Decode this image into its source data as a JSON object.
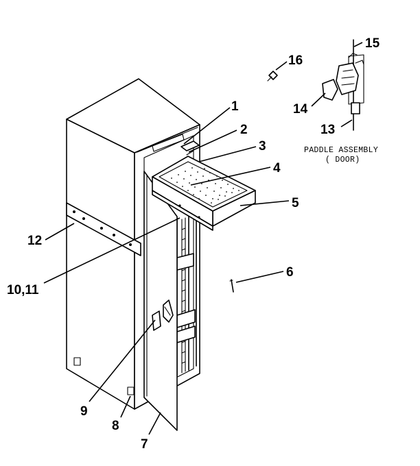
{
  "diagram": {
    "callouts": [
      {
        "id": "1",
        "label": "1"
      },
      {
        "id": "2",
        "label": "2"
      },
      {
        "id": "3",
        "label": "3"
      },
      {
        "id": "4",
        "label": "4"
      },
      {
        "id": "5",
        "label": "5"
      },
      {
        "id": "6",
        "label": "6"
      },
      {
        "id": "7",
        "label": "7"
      },
      {
        "id": "8",
        "label": "8"
      },
      {
        "id": "9",
        "label": "9"
      },
      {
        "id": "10-11",
        "label": "10,11"
      },
      {
        "id": "12",
        "label": "12"
      },
      {
        "id": "13",
        "label": "13"
      },
      {
        "id": "14",
        "label": "14"
      },
      {
        "id": "15",
        "label": "15"
      },
      {
        "id": "16",
        "label": "16"
      }
    ],
    "subassembly": {
      "title": "PADDLE ASSEMBLY",
      "subtitle": "( DOOR)"
    }
  }
}
